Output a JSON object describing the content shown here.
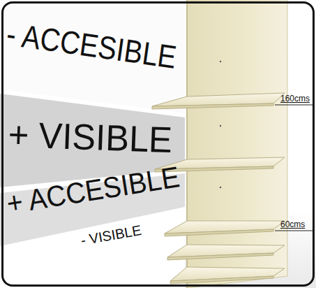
{
  "diagram": {
    "nodes": [
      {
        "text": [
          "- ACCESIBLE"
        ]
      },
      {
        "text": [
          "+ VISIBLE"
        ]
      },
      {
        "text": [
          "+ ACCESIBLE",
          "- VISIBLE"
        ]
      }
    ],
    "labels": [
      "160cms",
      "60cms"
    ]
  }
}
